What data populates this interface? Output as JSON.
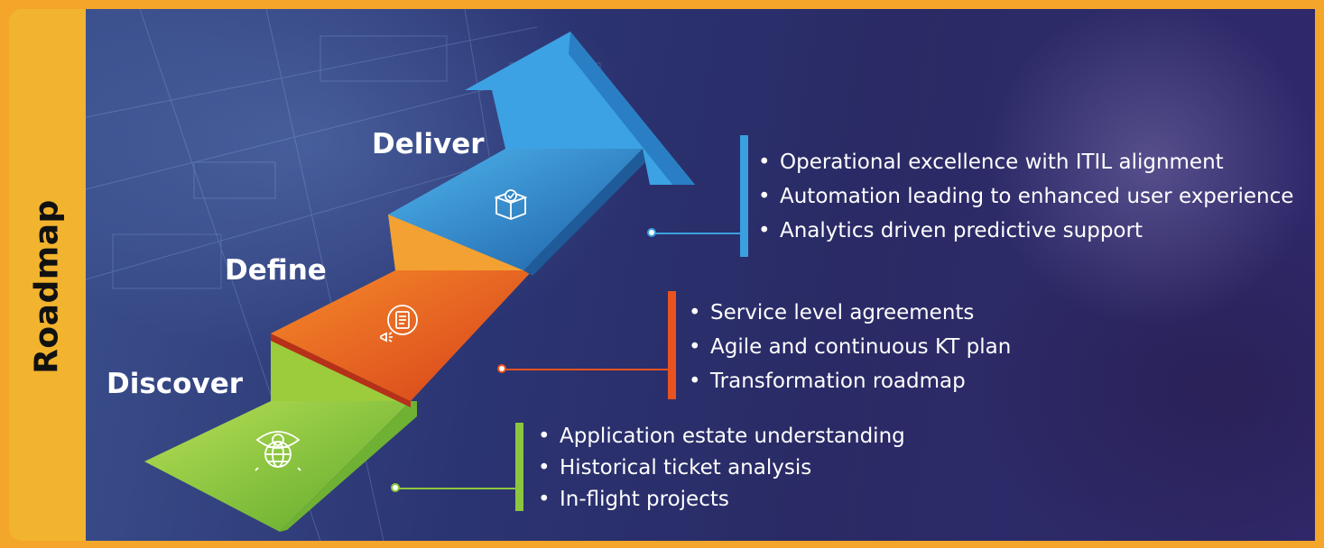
{
  "side_tab": {
    "label": "Roadmap"
  },
  "stages": [
    {
      "label": "Deliver",
      "icon": "box-check-icon",
      "color": "#2f86c9",
      "items": [
        "Operational excellence with ITIL alignment",
        "Automation leading to enhanced user experience",
        "Analytics driven predictive support"
      ]
    },
    {
      "label": "Define",
      "icon": "checklist-megaphone-icon",
      "color": "#e8531f",
      "items": [
        "Service level agreements",
        "Agile and continuous KT plan",
        "Transformation roadmap"
      ]
    },
    {
      "label": "Discover",
      "icon": "globe-eye-icon",
      "color": "#8cc63f",
      "items": [
        "Application estate understanding",
        "Historical ticket analysis",
        "In-flight projects"
      ]
    }
  ],
  "colors": {
    "frame": "#f4a62a",
    "deliver": "#2f86c9",
    "define": "#e8531f",
    "discover": "#8cc63f",
    "background": "#2b3472"
  }
}
